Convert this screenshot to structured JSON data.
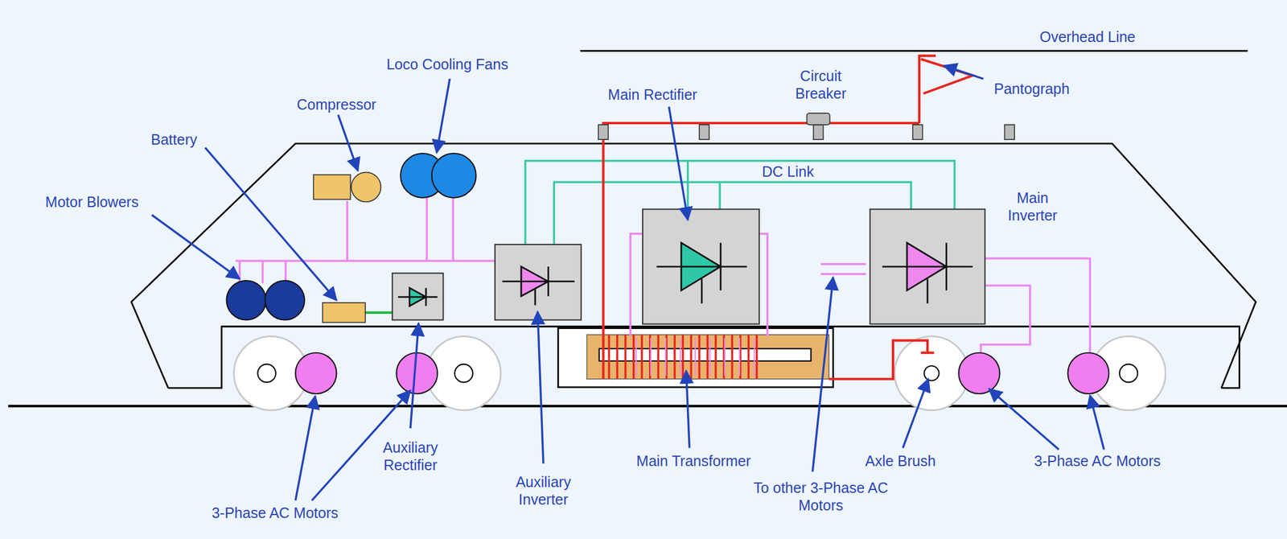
{
  "diagram": {
    "labels": [
      "Overhead Line",
      "Pantograph",
      "Circuit Breaker",
      "Loco Cooling Fans",
      "Main Rectifier",
      "Compressor",
      "Battery",
      "DC Link",
      "Main Inverter",
      "Motor Blowers",
      "Auxiliary Rectifier",
      "Auxiliary Inverter",
      "Main Transformer",
      "Axle Brush",
      "3-Phase AC Motors",
      "3-Phase AC Motors",
      "To other 3-Phase AC Motors"
    ]
  }
}
